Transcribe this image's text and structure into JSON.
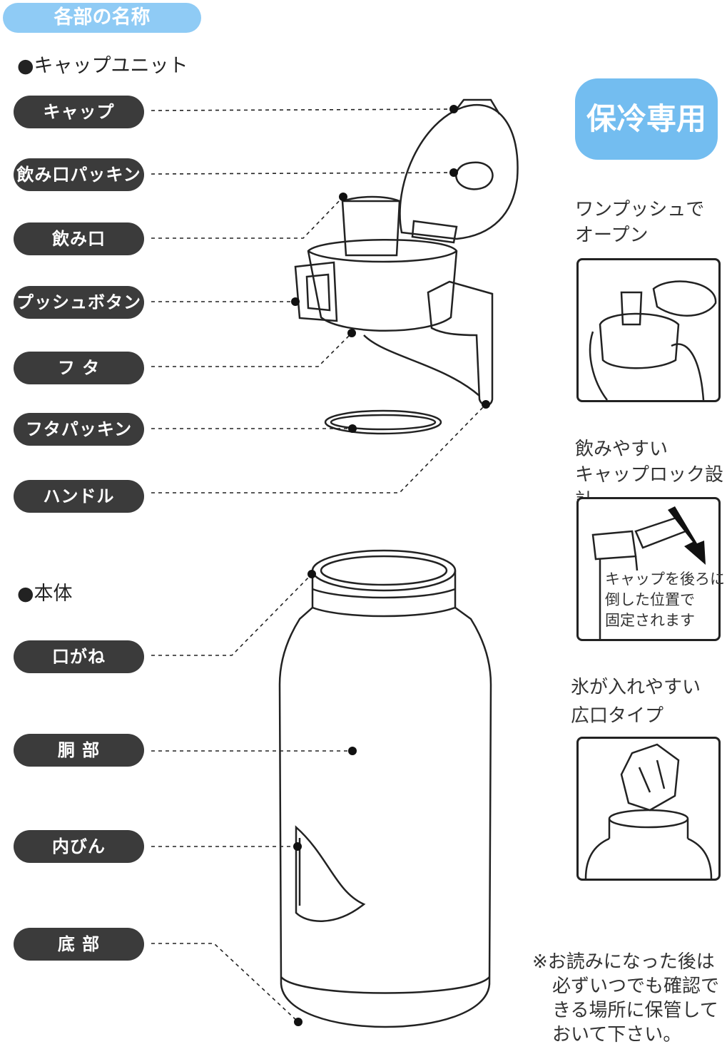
{
  "header": {
    "title": "各部の名称"
  },
  "sections": {
    "cap_unit": "●キャップユニット",
    "body": "●本体"
  },
  "labels": [
    "キャップ",
    "飲み口パッキン",
    "飲み口",
    "プッシュボタン",
    "フ タ",
    "フタパッキン",
    "ハンドル",
    "口がね",
    "胴 部",
    "内びん",
    "底 部"
  ],
  "badge": "保冷専用",
  "features": [
    {
      "line1": "ワンプッシュで",
      "line2": "オープン",
      "icon": "push-open-illustration"
    },
    {
      "line1": "飲みやすい",
      "line2": "キャップロック設計",
      "icon": "cap-lock-illustration",
      "inset": [
        "キャップを後ろに",
        "倒した位置で",
        "固定されます"
      ]
    },
    {
      "line1": "氷が入れやすい",
      "line2": "広口タイプ",
      "icon": "wide-mouth-ice-illustration"
    }
  ],
  "note": [
    "※お読みになった後は",
    "必ずいつでも確認で",
    "きる場所に保管して",
    "おいて下さい。"
  ],
  "colors": {
    "header_bg": "#8fcbf5",
    "badge_bg": "#73bdf0",
    "pill_bg": "#3b3b3b"
  }
}
